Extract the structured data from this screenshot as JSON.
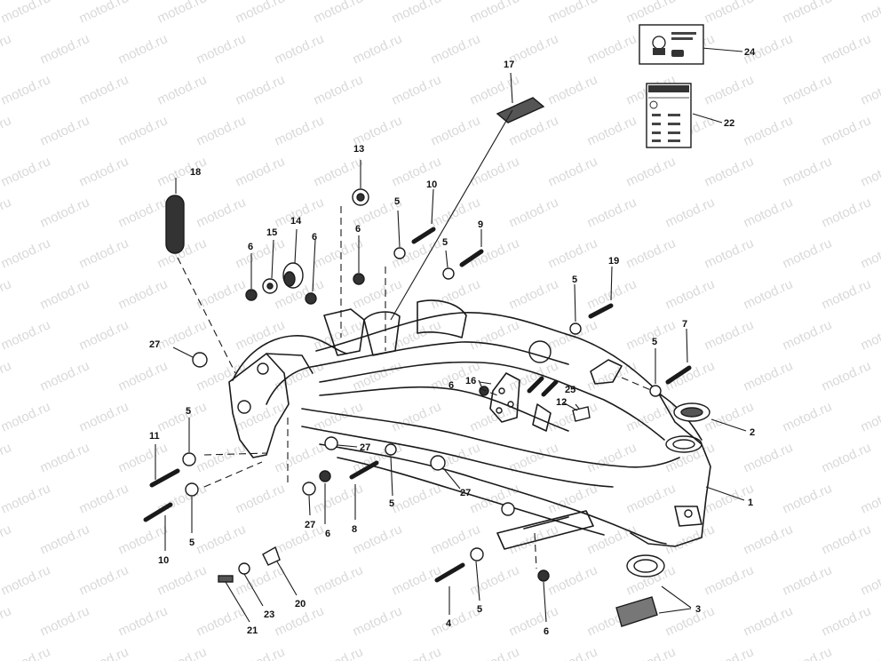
{
  "watermark": "motod.ru",
  "callouts": {
    "c1": "1",
    "c2": "2",
    "c3": "3",
    "c4": "4",
    "c5a": "5",
    "c5b": "5",
    "c5c": "5",
    "c5d": "5",
    "c5e": "5",
    "c5f": "5",
    "c5g": "5",
    "c5h": "5",
    "c6a": "6",
    "c6b": "6",
    "c6c": "6",
    "c6d": "6",
    "c6e": "6",
    "c6f": "6",
    "c7": "7",
    "c8": "8",
    "c9": "9",
    "c10a": "10",
    "c10b": "10",
    "c11": "11",
    "c12": "12",
    "c13": "13",
    "c14": "14",
    "c15": "15",
    "c16": "16",
    "c17": "17",
    "c18": "18",
    "c19": "19",
    "c20": "20",
    "c21": "21",
    "c22": "22",
    "c23": "23",
    "c24": "24",
    "c25": "25",
    "c27a": "27",
    "c27b": "27",
    "c27c": "27",
    "c27d": "27"
  },
  "colors": {
    "ink": "#1a1a1a",
    "paper": "#ffffff",
    "watermark": "#d9d9d9"
  }
}
